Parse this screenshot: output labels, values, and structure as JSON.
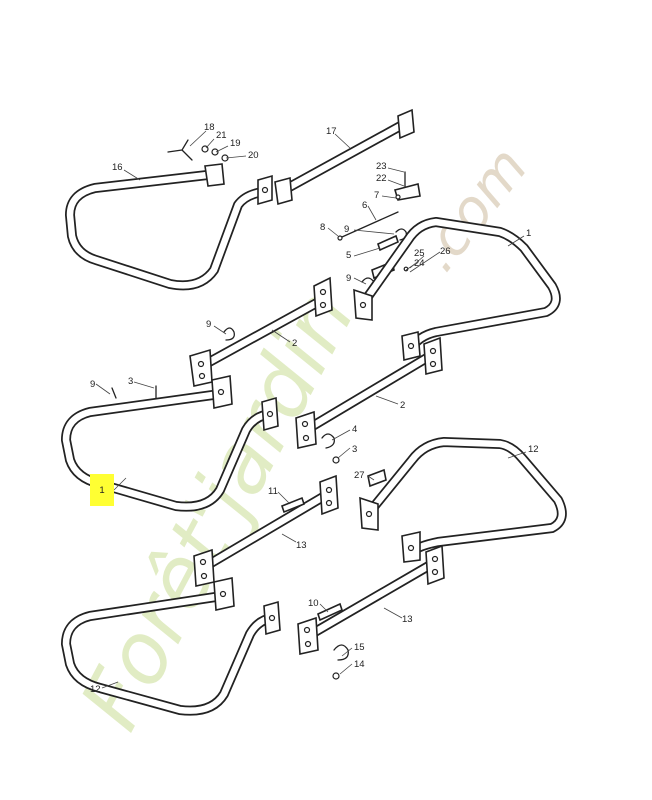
{
  "diagram": {
    "highlighted_callout": "1",
    "callouts": {
      "c1a": "1",
      "c1b": "1",
      "c2a": "2",
      "c2b": "2",
      "c3": "3",
      "c4": "4",
      "c5": "5",
      "c6": "6",
      "c7": "7",
      "c8": "8",
      "c9a": "9",
      "c9b": "9",
      "c9c": "9",
      "c9d": "9",
      "c10": "10",
      "c11": "11",
      "c12a": "12",
      "c12b": "12",
      "c13a": "13",
      "c13b": "13",
      "c14": "14",
      "c15": "15",
      "c16": "16",
      "c17": "17",
      "c18": "18",
      "c19": "19",
      "c20": "20",
      "c21": "21",
      "c22": "22",
      "c23": "23",
      "c24": "24",
      "c25": "25",
      "c26": "26",
      "c27": "27"
    }
  },
  "watermark": {
    "text_main": "Forêt'jardin",
    "text_domain": ".com",
    "color_main": "#c8dc93",
    "color_domain": "#d7c9b2"
  }
}
